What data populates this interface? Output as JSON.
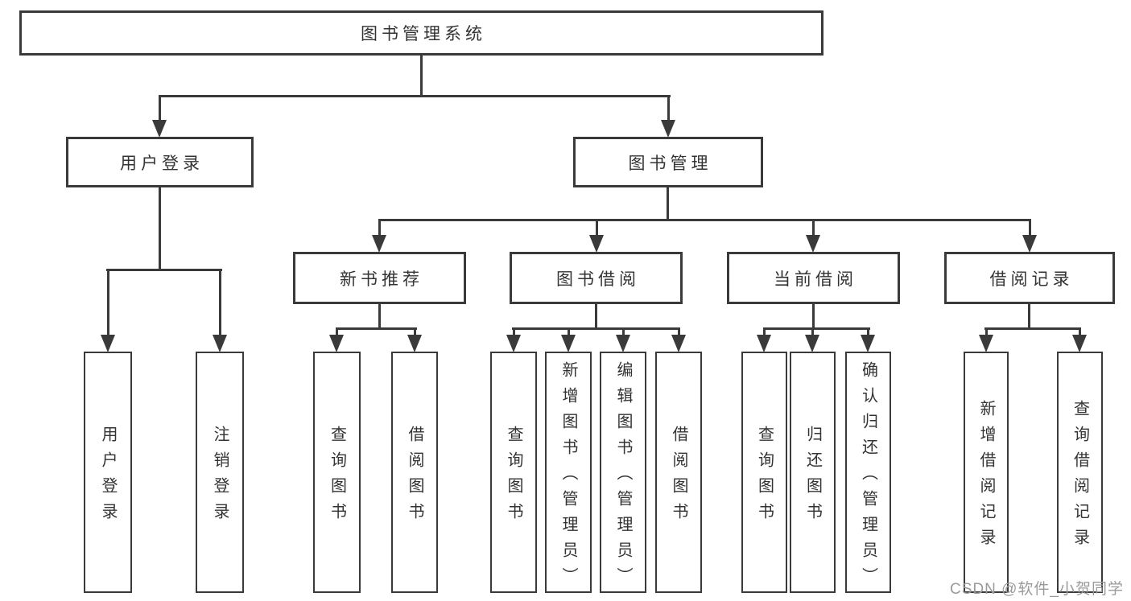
{
  "diagram": {
    "type": "tree",
    "title": "图书管理系统",
    "tree": {
      "label": "图书管理系统",
      "children": [
        {
          "label": "用户登录",
          "children": [
            {
              "label": "用户登录"
            },
            {
              "label": "注销登录"
            }
          ]
        },
        {
          "label": "图书管理",
          "children": [
            {
              "label": "新书推荐",
              "children": [
                {
                  "label": "查询图书"
                },
                {
                  "label": "借阅图书"
                }
              ]
            },
            {
              "label": "图书借阅",
              "children": [
                {
                  "label": "查询图书"
                },
                {
                  "label": "新增图书（管理员）"
                },
                {
                  "label": "编辑图书（管理员）"
                },
                {
                  "label": "借阅图书"
                }
              ]
            },
            {
              "label": "当前借阅",
              "children": [
                {
                  "label": "查询图书"
                },
                {
                  "label": "归还图书"
                },
                {
                  "label": "确认归还（管理员）"
                }
              ]
            },
            {
              "label": "借阅记录",
              "children": [
                {
                  "label": "新增借阅记录"
                },
                {
                  "label": "查询借阅记录"
                }
              ]
            }
          ]
        }
      ]
    }
  },
  "watermark": {
    "text": "CSDN @软件_小贺同学"
  },
  "colors": {
    "line": "#3a3a3a",
    "text": "#333333",
    "watermark": "#9a9a9a",
    "background": "#ffffff"
  }
}
